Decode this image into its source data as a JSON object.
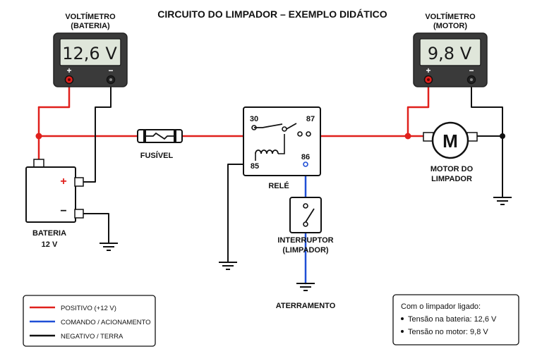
{
  "title": "CIRCUITO DO LIMPADOR – EXEMPLO DIDÁTICO",
  "colors": {
    "positive": "#e0201c",
    "command": "#1f4fd6",
    "negative": "#111111",
    "lcd": "#dfe6da"
  },
  "voltmeter_battery": {
    "label_line1": "VOLTÍMETRO",
    "label_line2": "(BATERIA)",
    "reading": "12,6 V",
    "plus": "+",
    "minus": "−"
  },
  "voltmeter_motor": {
    "label_line1": "VOLTÍMETRO",
    "label_line2": "(MOTOR)",
    "reading": "9,8 V",
    "plus": "+",
    "minus": "−"
  },
  "battery": {
    "label_line1": "BATERIA",
    "label_line2": "12 V",
    "plus": "+",
    "minus": "−"
  },
  "fuse": {
    "label": "FUSÍVEL"
  },
  "relay": {
    "label": "RELÉ",
    "pin30": "30",
    "pin87": "87",
    "pin85": "85",
    "pin86": "86"
  },
  "switch": {
    "label_line1": "INTERRUPTOR",
    "label_line2": "(LIMPADOR)"
  },
  "motor": {
    "symbol": "M",
    "label_line1": "MOTOR DO",
    "label_line2": "LIMPADOR"
  },
  "ground_label": "ATERRAMENTO",
  "legend": {
    "items": [
      {
        "label": "POSITIVO (+12 V)",
        "color": "#e0201c"
      },
      {
        "label": "COMANDO / ACIONAMENTO",
        "color": "#1f4fd6"
      },
      {
        "label": "NEGATIVO / TERRA",
        "color": "#111111"
      }
    ]
  },
  "info_box": {
    "heading": "Com o limpador ligado:",
    "items": [
      "Tensão na bateria: 12,6 V",
      "Tensão no motor: 9,8 V"
    ]
  }
}
